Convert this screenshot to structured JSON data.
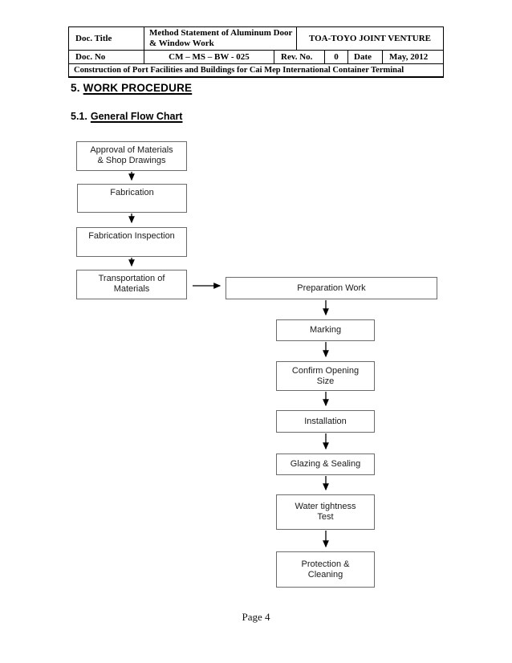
{
  "header_table": {
    "doc_title": {
      "label": "Doc. Title",
      "value": "Method Statement of Aluminum Door & Window Work"
    },
    "company": "TOA-TOYO JOINT VENTURE",
    "doc_no": {
      "label": "Doc. No",
      "value": "CM – MS – BW - 025"
    },
    "rev_no": {
      "label": "Rev. No.",
      "value": "0"
    },
    "date": {
      "label": "Date",
      "value": "May, 2012"
    },
    "project": "Construction of Port Facilities and Buildings for Cai Mep International Container Terminal"
  },
  "section": {
    "number": "5.",
    "title": "WORK PROCEDURE"
  },
  "subsection": {
    "number": "5.1.",
    "title": "General Flow Chart"
  },
  "flowchart": {
    "boxes": [
      {
        "label": "Approval of Materials\n& Shop Drawings"
      },
      {
        "label": "Fabrication"
      },
      {
        "label": "Fabrication Inspection"
      },
      {
        "label": "Transportation of\nMaterials"
      },
      {
        "label": "Preparation Work"
      },
      {
        "label": "Marking"
      },
      {
        "label": "Confirm Opening\nSize"
      },
      {
        "label": "Installation"
      },
      {
        "label": "Glazing & Sealing"
      },
      {
        "label": "Water tightness\nTest"
      },
      {
        "label": "Protection &\nCleaning"
      }
    ]
  },
  "footer": {
    "page_label": "Page 4"
  },
  "colors": {
    "page_background": "#ffffff",
    "table_border": "#000000",
    "flow_box_border": "#6b6b6b",
    "text": "#000000"
  }
}
